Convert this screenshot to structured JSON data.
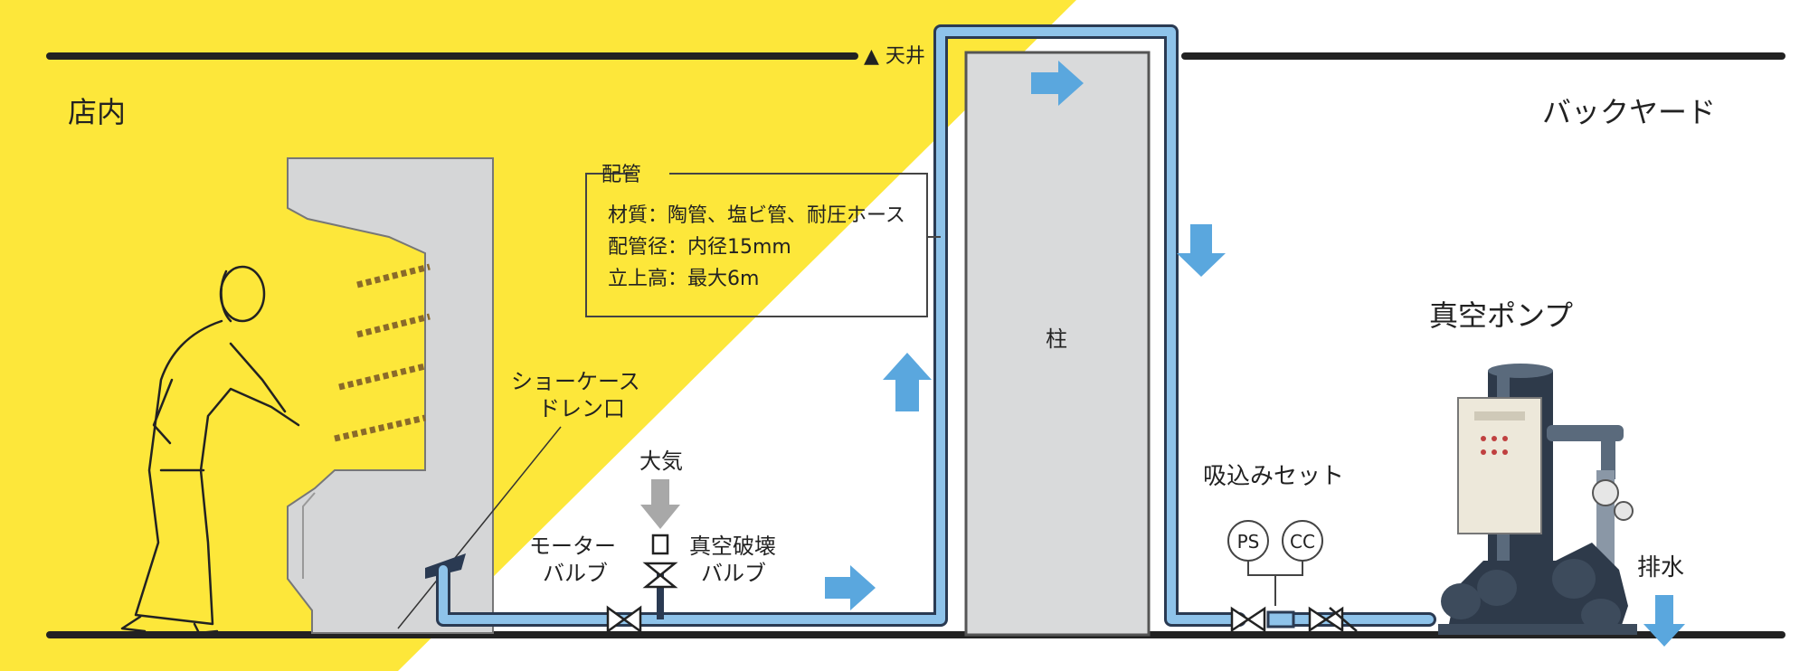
{
  "zones": {
    "store_label": "店内",
    "backyard_label": "バックヤード",
    "ceiling_label": "▲ 天井"
  },
  "piping_box": {
    "title": "配管",
    "material": "材質：陶管、塩ビ管、耐圧ホース",
    "diameter": "配管径：内径15mm",
    "rise": "立上高：最大6m"
  },
  "column_label": "柱",
  "showcase_drain": {
    "line1": "ショーケース",
    "line2": "ドレン口"
  },
  "atmosphere_label": "大気",
  "motor_valve": {
    "line1": "モーター",
    "line2": "バルブ"
  },
  "vacuum_break_valve": {
    "line1": "真空破壊",
    "line2": "バルブ"
  },
  "suction_set_label": "吸込みセット",
  "ps_label": "PS",
  "cc_label": "CC",
  "vacuum_pump_label": "真空ポンプ",
  "drain_label": "排水",
  "colors": {
    "yellow": "#fde73a",
    "pipe_blue": "#8ec3ea",
    "pipe_dark": "#2a3a52",
    "arrow_blue": "#5aa7de",
    "arrow_grey": "#a8a8a8",
    "line": "#222222"
  }
}
